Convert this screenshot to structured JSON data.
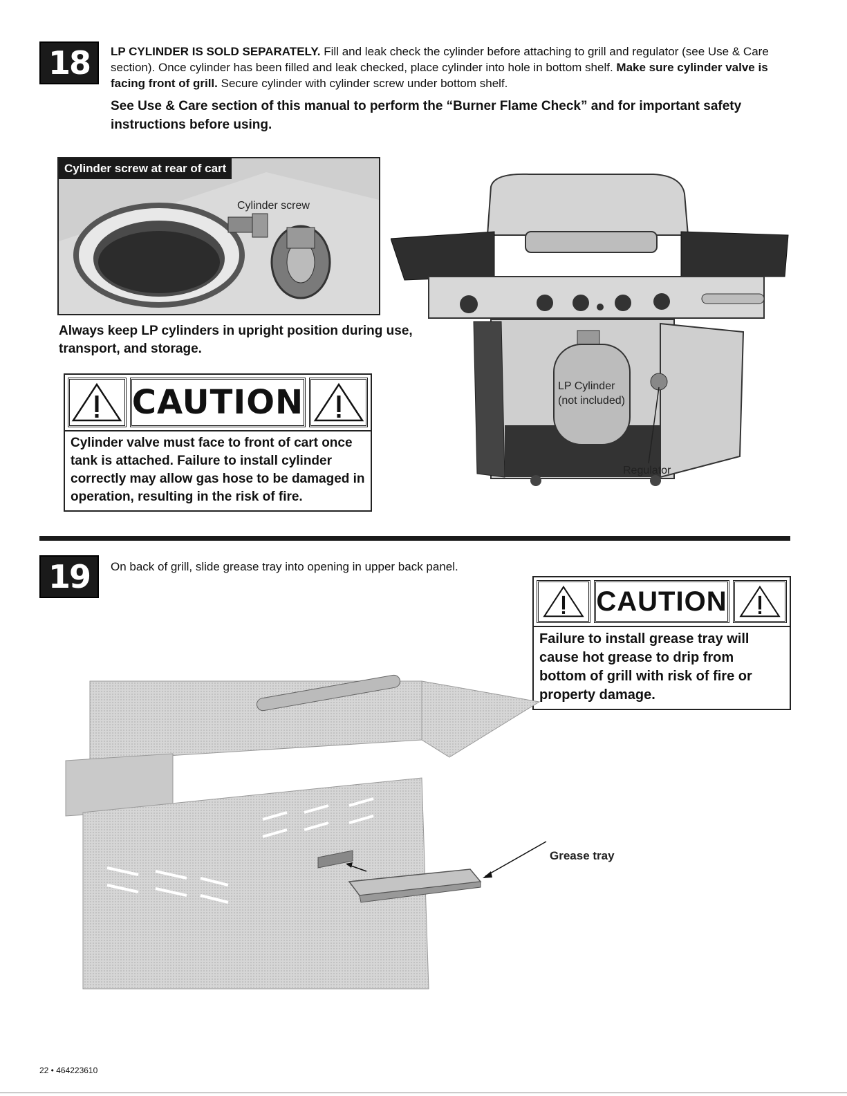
{
  "step18": {
    "number": "18",
    "lead_bold": "LP CYLINDER IS SOLD SEPARATELY.",
    "text_1": " Fill and leak check the cylinder before attaching to grill and regulator (see Use & Care section). Once cylinder has been filled and leak checked, place cylinder into hole in bottom shelf. ",
    "bold_2": "Make sure cylinder valve is facing front of grill.",
    "text_3": " Secure cylinder with cylinder screw under bottom shelf.",
    "bold_paragraph": "See Use & Care section of this manual to perform the “Burner Flame Check” and for important safety instructions before using.",
    "inset_label": "Cylinder screw at rear of cart",
    "inset_callout": "Cylinder screw",
    "upright_note": "Always keep LP cylinders in upright position during use, transport, and storage.",
    "cylinder_callout_1": "LP Cylinder",
    "cylinder_callout_2": "(not included)",
    "regulator_callout": "Regulator",
    "caution": {
      "word": "CAUTION",
      "text": "Cylinder valve must face to front of cart once tank is attached. Failure to install cylinder correctly may allow gas hose to be damaged in operation, resulting in the risk of fire."
    }
  },
  "step19": {
    "number": "19",
    "text": "On back of grill, slide grease tray into opening in upper back panel.",
    "grease_callout": "Grease tray",
    "caution": {
      "word": "CAUTION",
      "text": "Failure to install grease tray will cause hot grease to drip from bottom of grill with risk of fire or property damage."
    }
  },
  "footer": {
    "page": "22 • 464223610"
  }
}
